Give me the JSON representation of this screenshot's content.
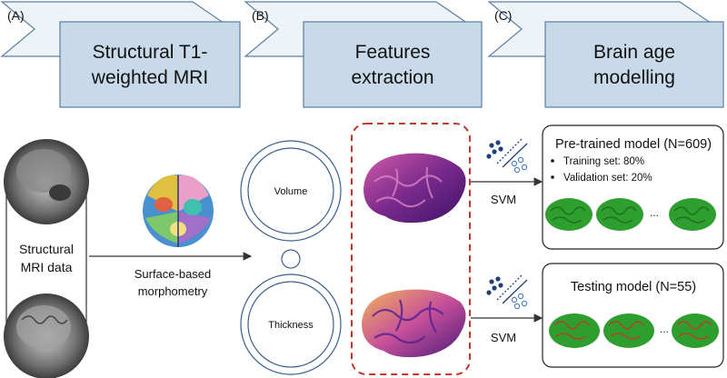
{
  "steps": [
    {
      "letter": "(A)",
      "line1": "Structural T1-",
      "line2": "weighted MRI"
    },
    {
      "letter": "(B)",
      "line1": "Features",
      "line2": "extraction"
    },
    {
      "letter": "(C)",
      "line1": "Brain age",
      "line2": "modelling"
    }
  ],
  "mri": {
    "label_line1": "Structural",
    "label_line2": "MRI data"
  },
  "morphometry": {
    "label_line1": "Surface-based",
    "label_line2": "morphometry"
  },
  "features": {
    "volume": "Volume",
    "thickness": "Thickness"
  },
  "classifier": {
    "top": "SVM",
    "bottom": "SVM"
  },
  "pretrained": {
    "title": "Pre-trained model (N=609)",
    "bullets": [
      "Training set: 80%",
      "Validation set: 20%"
    ],
    "ellipsis": "..."
  },
  "testing": {
    "title": "Testing model (N=55)",
    "ellipsis": "..."
  },
  "colors": {
    "step_box": "#c8d9ea",
    "step_border": "#5b7fa6",
    "dashed": "#c0392b",
    "brain_green": "#2e9e2e"
  }
}
